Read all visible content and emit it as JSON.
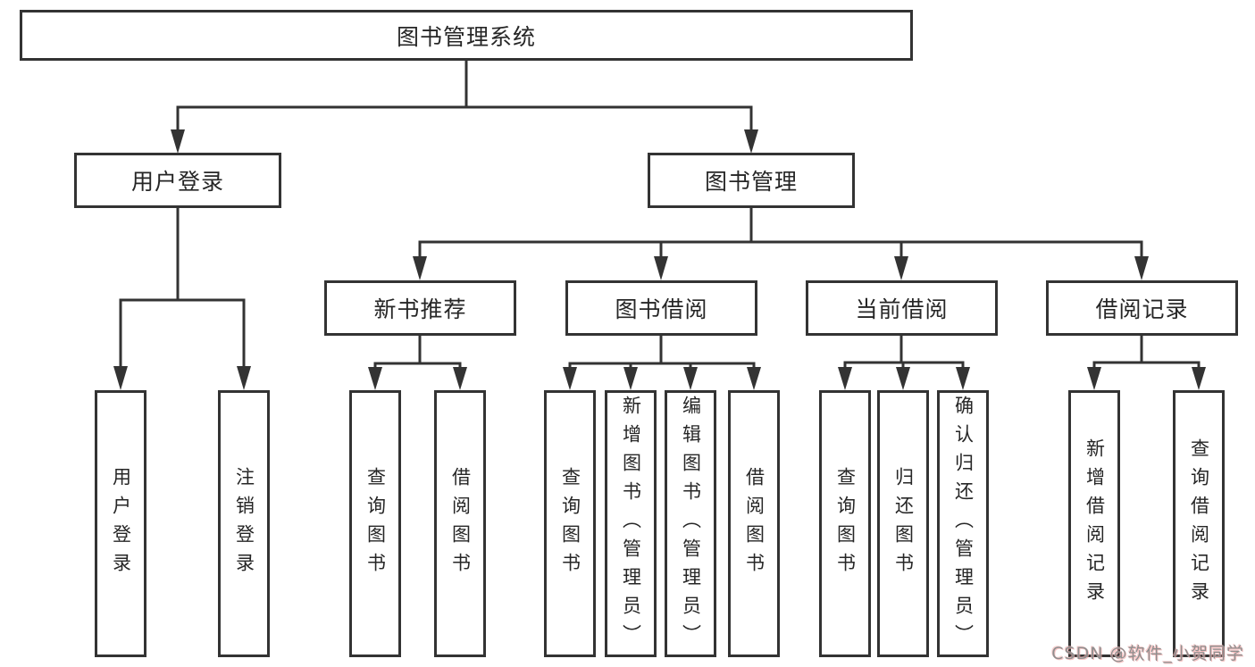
{
  "colors": {
    "line": "#333333",
    "text": "#262626",
    "background": "#ffffff",
    "watermark_text": "#8f8f8f",
    "watermark_glow": "#f2b6b6"
  },
  "tree": {
    "root": {
      "label": "图书管理系统"
    },
    "login": {
      "label": "用户登录",
      "children": [
        "用户登录",
        "注销登录"
      ]
    },
    "mgmt": {
      "label": "图书管理",
      "groups": [
        {
          "label": "新书推荐",
          "children": [
            "查询图书",
            "借阅图书"
          ]
        },
        {
          "label": "图书借阅",
          "children": [
            "查询图书",
            "新增图书（管理员）",
            "编辑图书（管理员）",
            "借阅图书"
          ]
        },
        {
          "label": "当前借阅",
          "children": [
            "查询图书",
            "归还图书",
            "确认归还（管理员）"
          ]
        },
        {
          "label": "借阅记录",
          "children": [
            "新增借阅记录",
            "查询借阅记录"
          ]
        }
      ]
    }
  },
  "watermark": {
    "text": "CSDN @软件_小贺同学"
  }
}
